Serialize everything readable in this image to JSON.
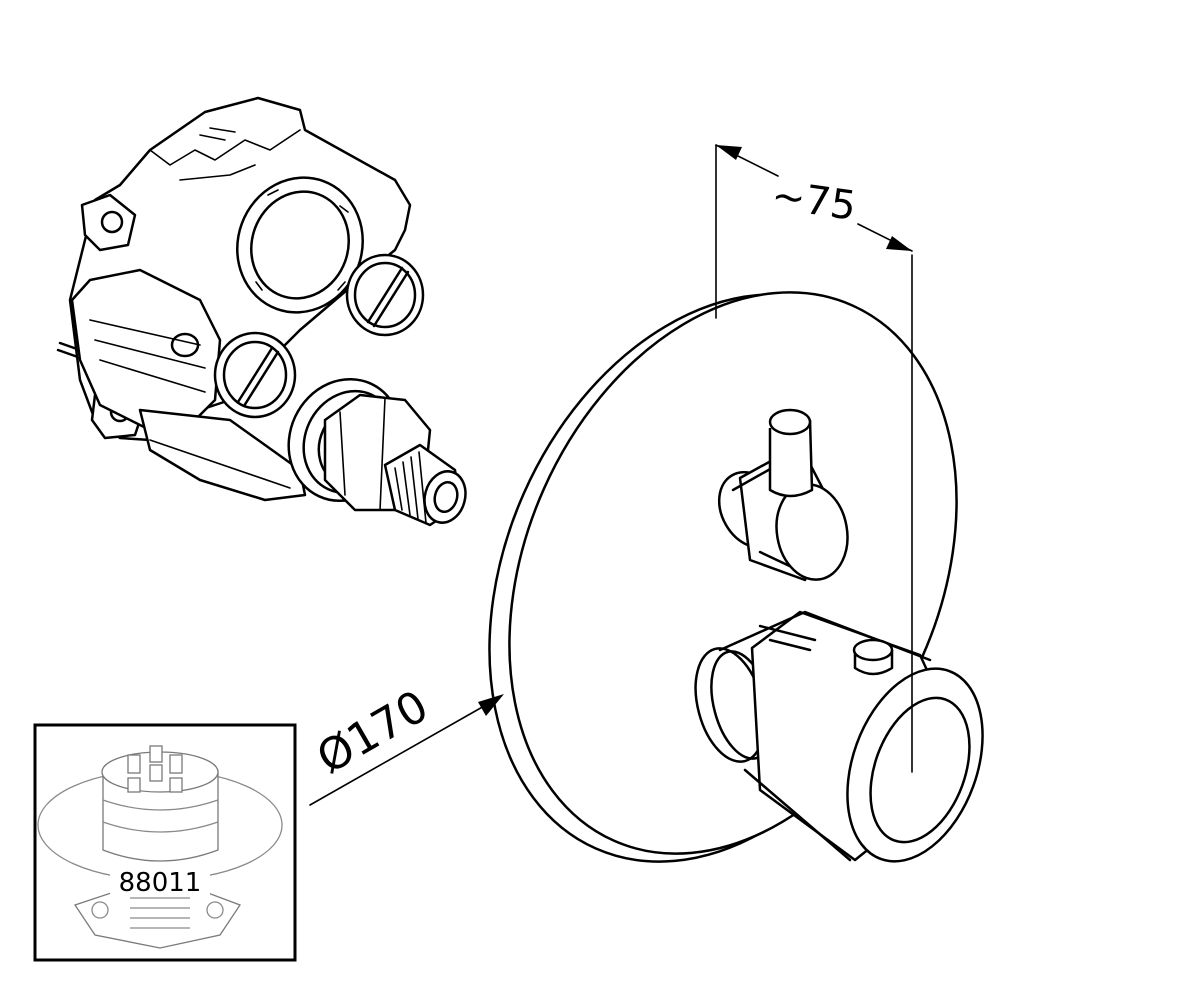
{
  "dimensions": {
    "depth_label": "~75",
    "diameter_label": "Ø170"
  },
  "inset": {
    "part_number": "88011"
  },
  "colors": {
    "line": "#000000",
    "background": "#ffffff",
    "inset_gray": "#8a8a8a"
  }
}
